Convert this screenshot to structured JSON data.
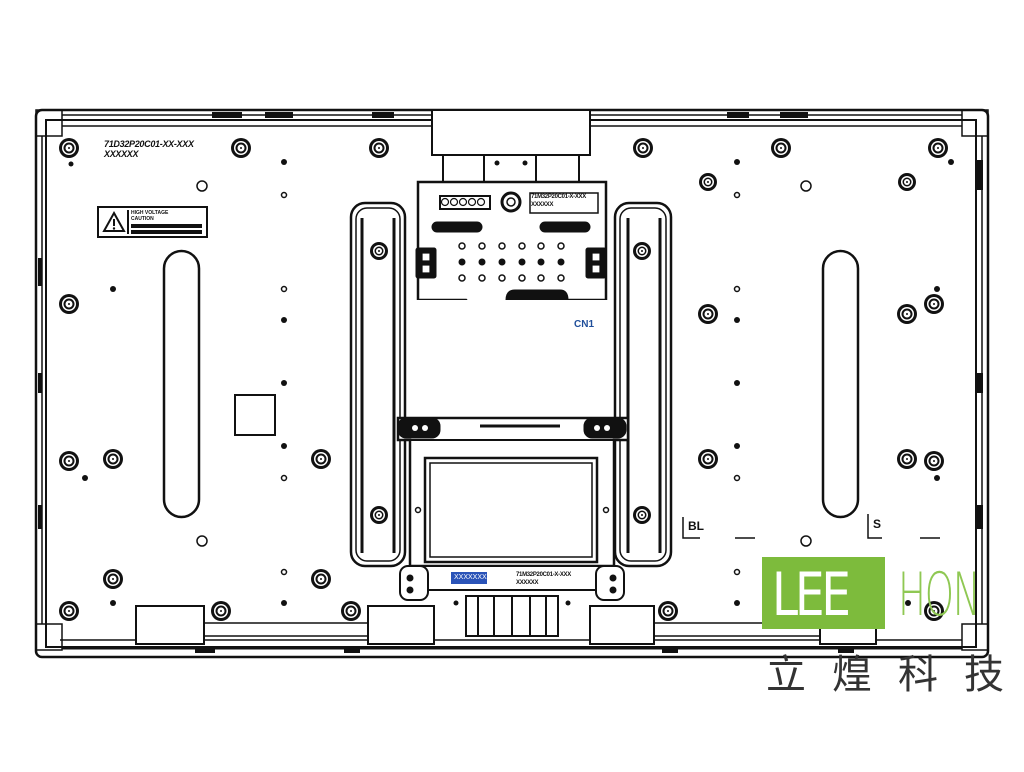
{
  "drawing": {
    "title": "LCD panel rear view (mechanical outline)",
    "model_label_line1": "71D32P20C01-XX-XXX",
    "model_label_line2": "XXXXXX",
    "warning_label": {
      "icon": "warning-triangle-icon",
      "text_lines": [
        "HIGH VOLTAGE",
        "CAUTION"
      ]
    },
    "pcb_top_label_line1": "71M32P20C01-X-XXX",
    "pcb_top_label_line2": "XXXXXX",
    "pcb_bottom_label_line1": "71M32P20C01-X-XXX",
    "pcb_bottom_label_line2": "XXXXXX",
    "connector_callout": "CN1",
    "blue_tag_text": "XXXXXXX",
    "marking_bl": "BL",
    "marking_s": "S",
    "colors": {
      "line": "#111111",
      "callout_blue": "#1f4e9a",
      "tag_blue": "#2a53b8",
      "logo_green": "#7dbb3c",
      "logo_light_green": "#8fc853"
    }
  },
  "watermark": {
    "brand_box_text": "LEE",
    "brand_text": "HON",
    "chinese_text": "立煌科技"
  }
}
